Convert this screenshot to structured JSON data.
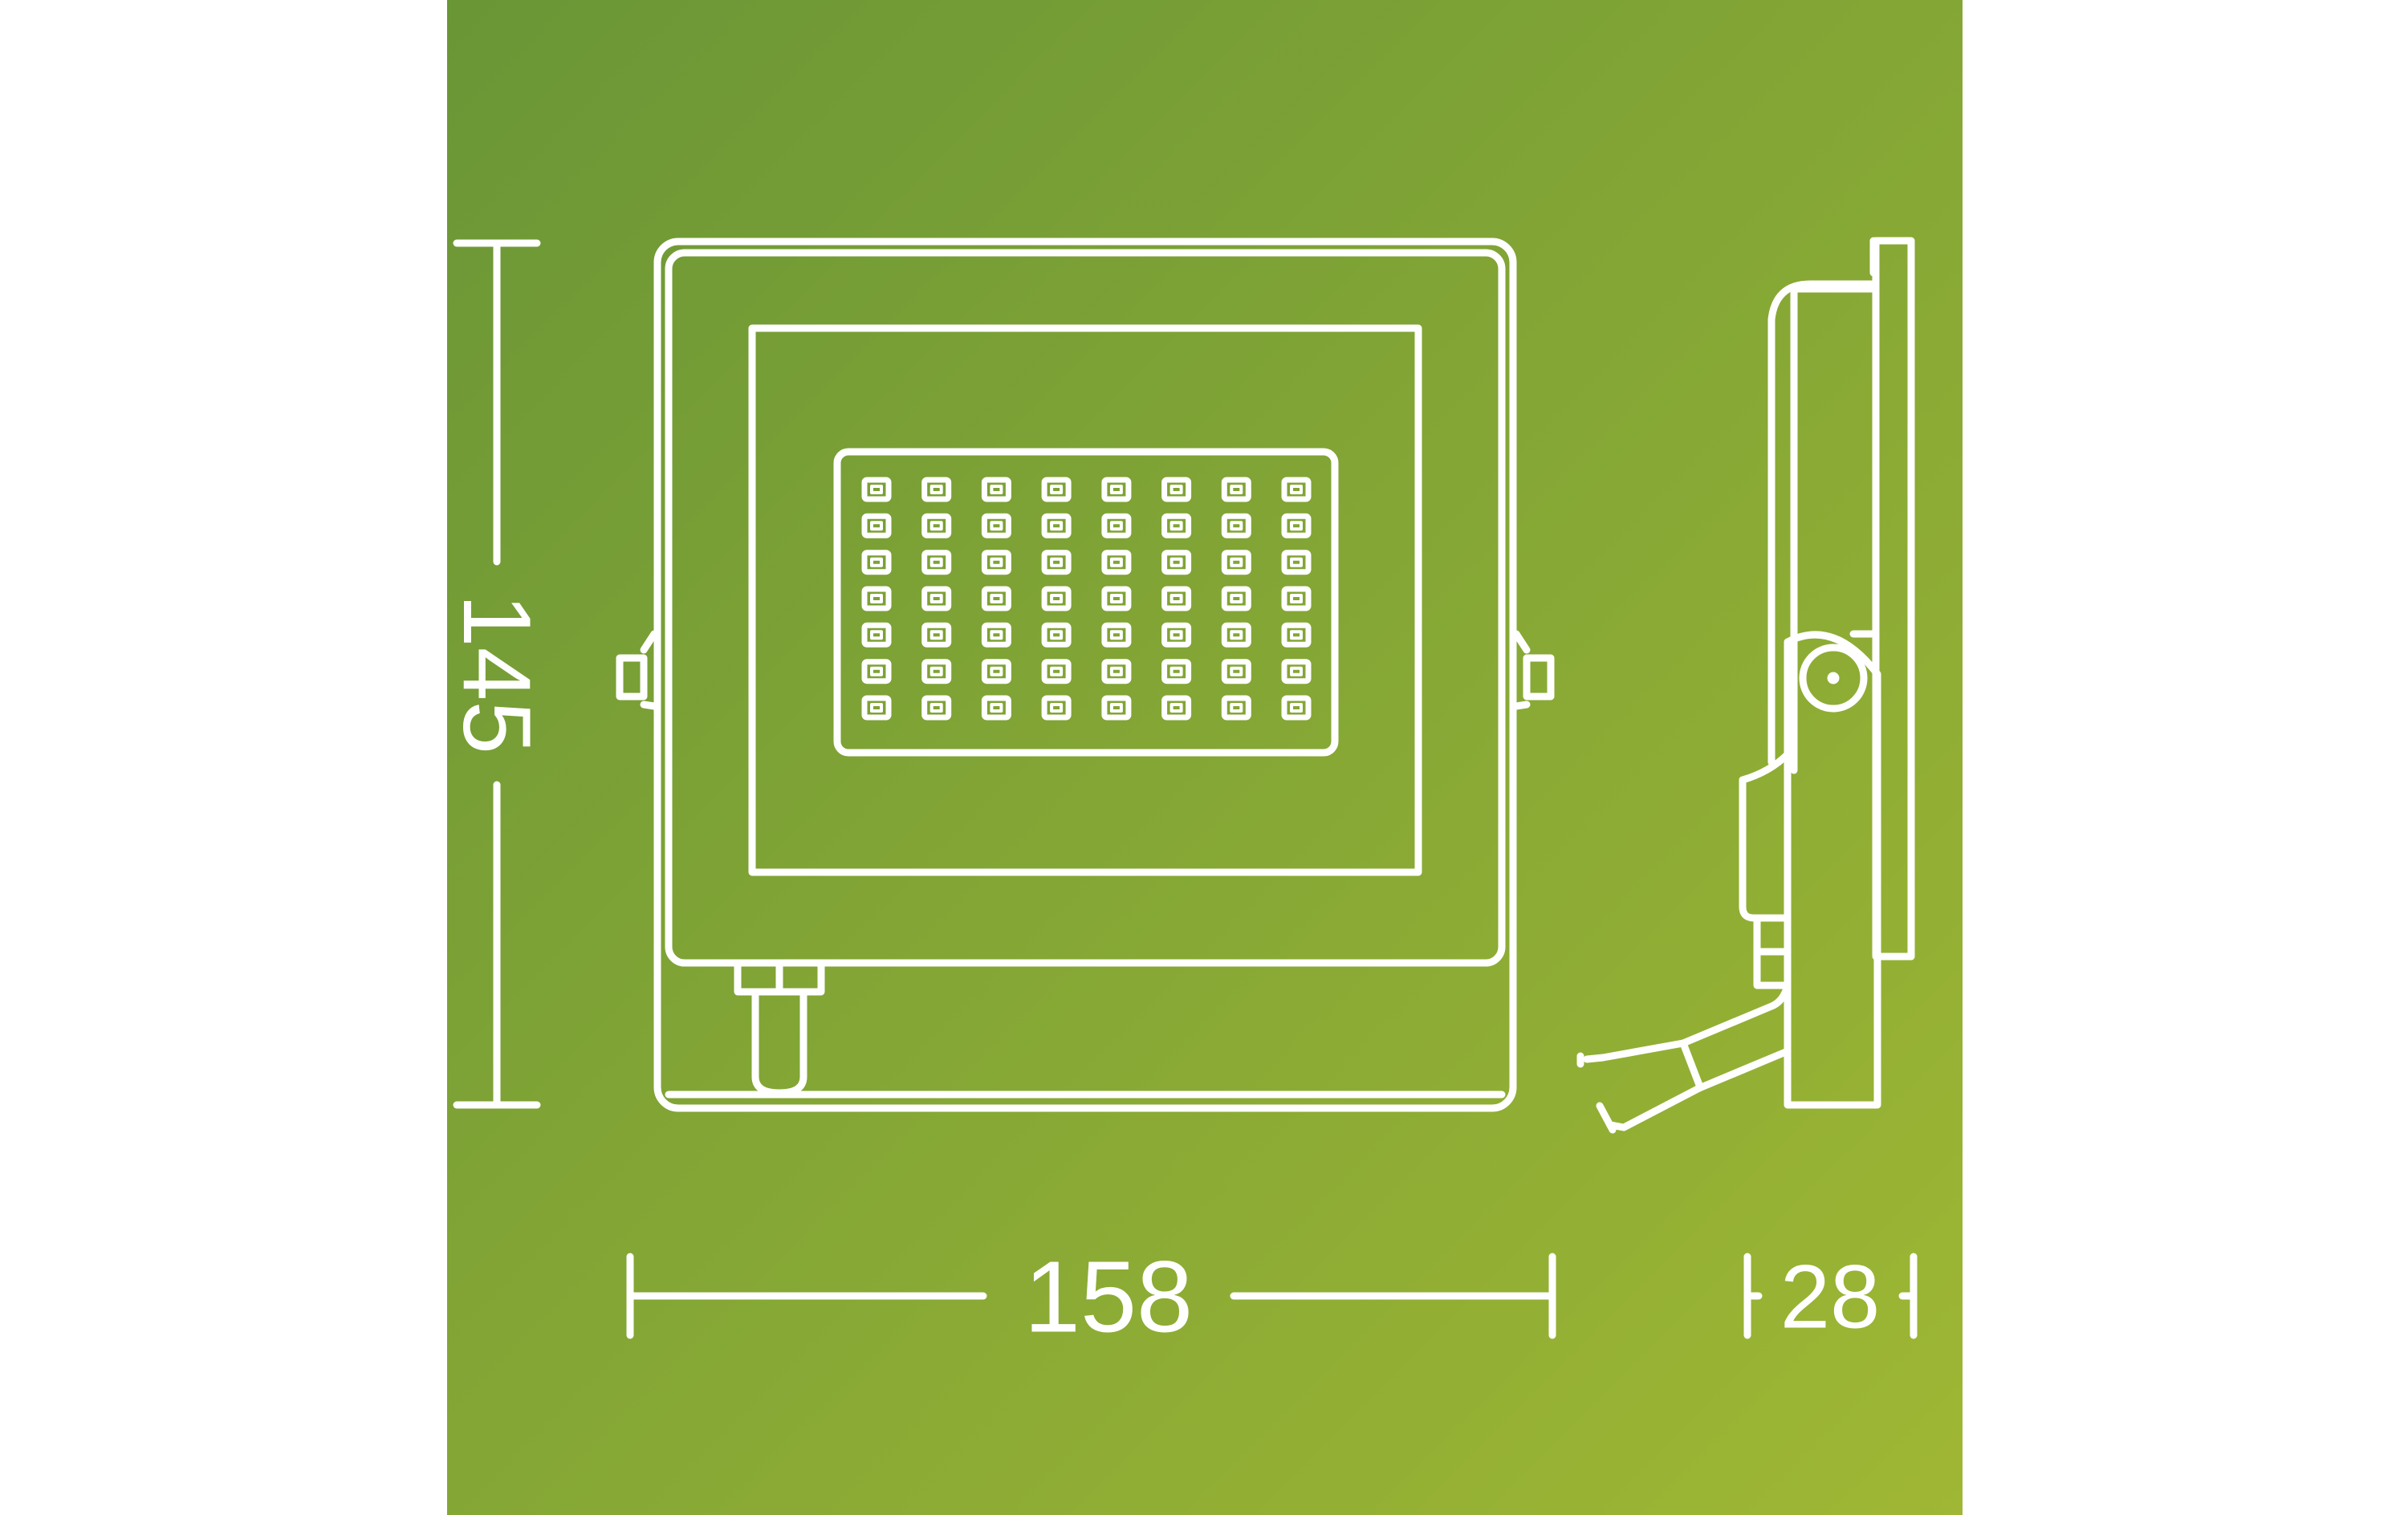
{
  "colors": {
    "gradient_start": "#6a9636",
    "gradient_end": "#9fb734",
    "stroke": "#ffffff",
    "page_background": "#ffffff"
  },
  "dimensions": {
    "height_label": "145",
    "width_label": "158",
    "depth_label": "28"
  },
  "led_grid": {
    "rows": 7,
    "columns": 8
  }
}
